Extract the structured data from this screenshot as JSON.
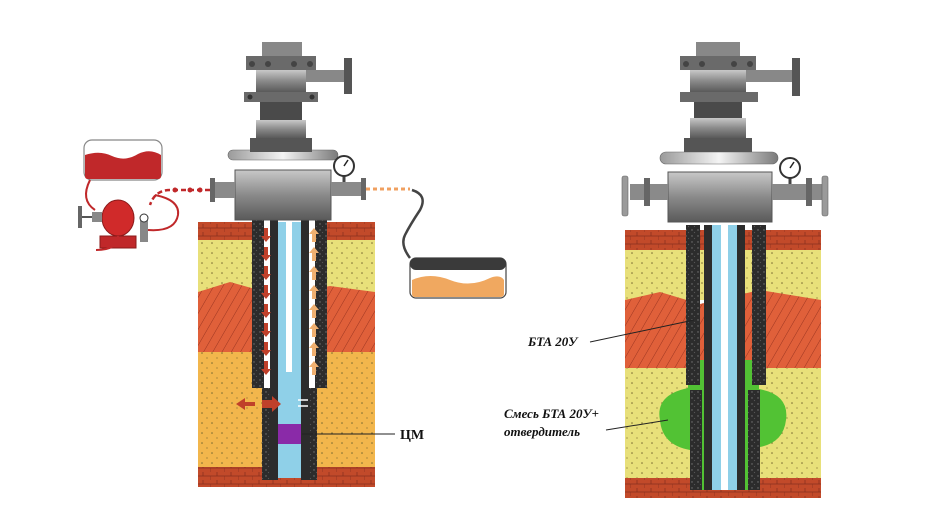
{
  "labels": {
    "cm": "ЦМ",
    "bta": "БТА 20У",
    "mixture_line1": "Смесь БТА 20У+",
    "mixture_line2": "отвердитель"
  },
  "colors": {
    "soil_brick": "#c24a2a",
    "soil_yellow": "#e8e07a",
    "soil_red": "#e0603a",
    "soil_orange": "#f2b64c",
    "casing": "#2c2c2c",
    "tubing": "#8fd0e8",
    "annulus": "#ffffff",
    "cement_marker": "#8a2aa8",
    "sealant": "#52c234",
    "tank_fill": "#c0282a",
    "tank_right_fill": "#f0a860",
    "arrow": "#c0402a",
    "arrow_up": "#f0b070",
    "steel": "#8a8a8a"
  }
}
